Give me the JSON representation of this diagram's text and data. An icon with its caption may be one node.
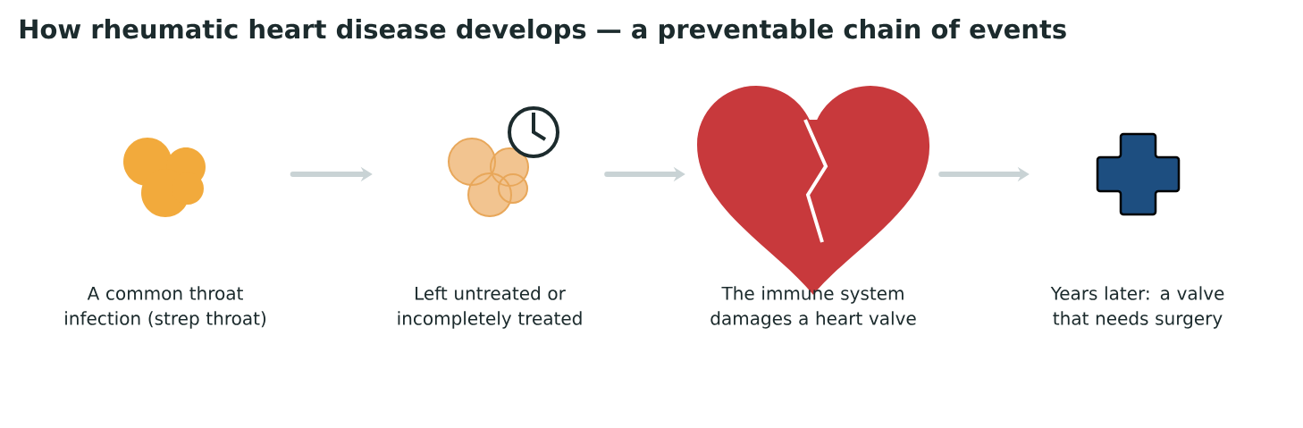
{
  "diagram": {
    "title": "How rheumatic heart disease develops — a preventable chain of events",
    "nodes": [
      {
        "text": [
          "A common throat infection (strep throat)"
        ]
      },
      {
        "text": [
          "Left untreated or incompletely treated"
        ]
      },
      {
        "text": [
          "The immune system damages a heart valve"
        ]
      },
      {
        "text": [
          "Years later: a valve that needs surgery"
        ]
      }
    ],
    "edges": [
      {
        "from": 0,
        "to": 1,
        "arrow": "to"
      },
      {
        "from": 1,
        "to": 2,
        "arrow": "to"
      },
      {
        "from": 2,
        "to": 3,
        "arrow": "to"
      }
    ]
  }
}
